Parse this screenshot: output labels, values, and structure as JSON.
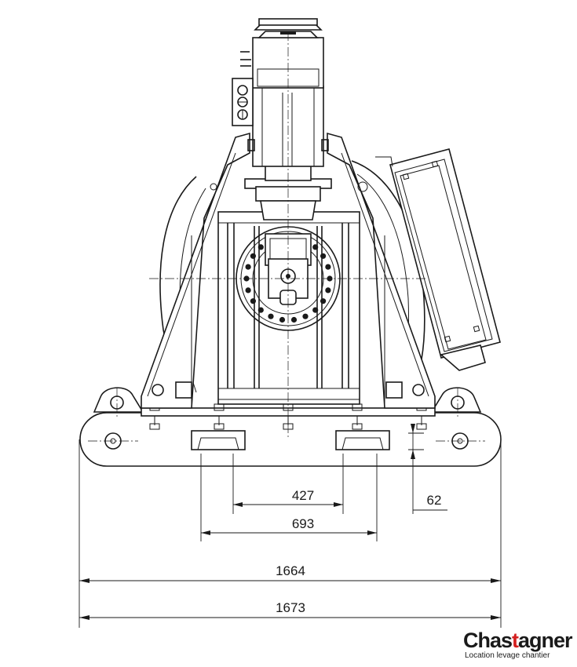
{
  "dimensions": [
    {
      "id": "inner-spacing",
      "value": "427"
    },
    {
      "id": "outer-spacing",
      "value": "693"
    },
    {
      "id": "right-offset",
      "value": "62"
    },
    {
      "id": "track-length",
      "value": "1664"
    },
    {
      "id": "overall-length",
      "value": "1673"
    }
  ],
  "logo": {
    "name_before": "Chas",
    "name_accent": "t",
    "name_after": "agner",
    "tagline": "Location levage   chantier"
  }
}
